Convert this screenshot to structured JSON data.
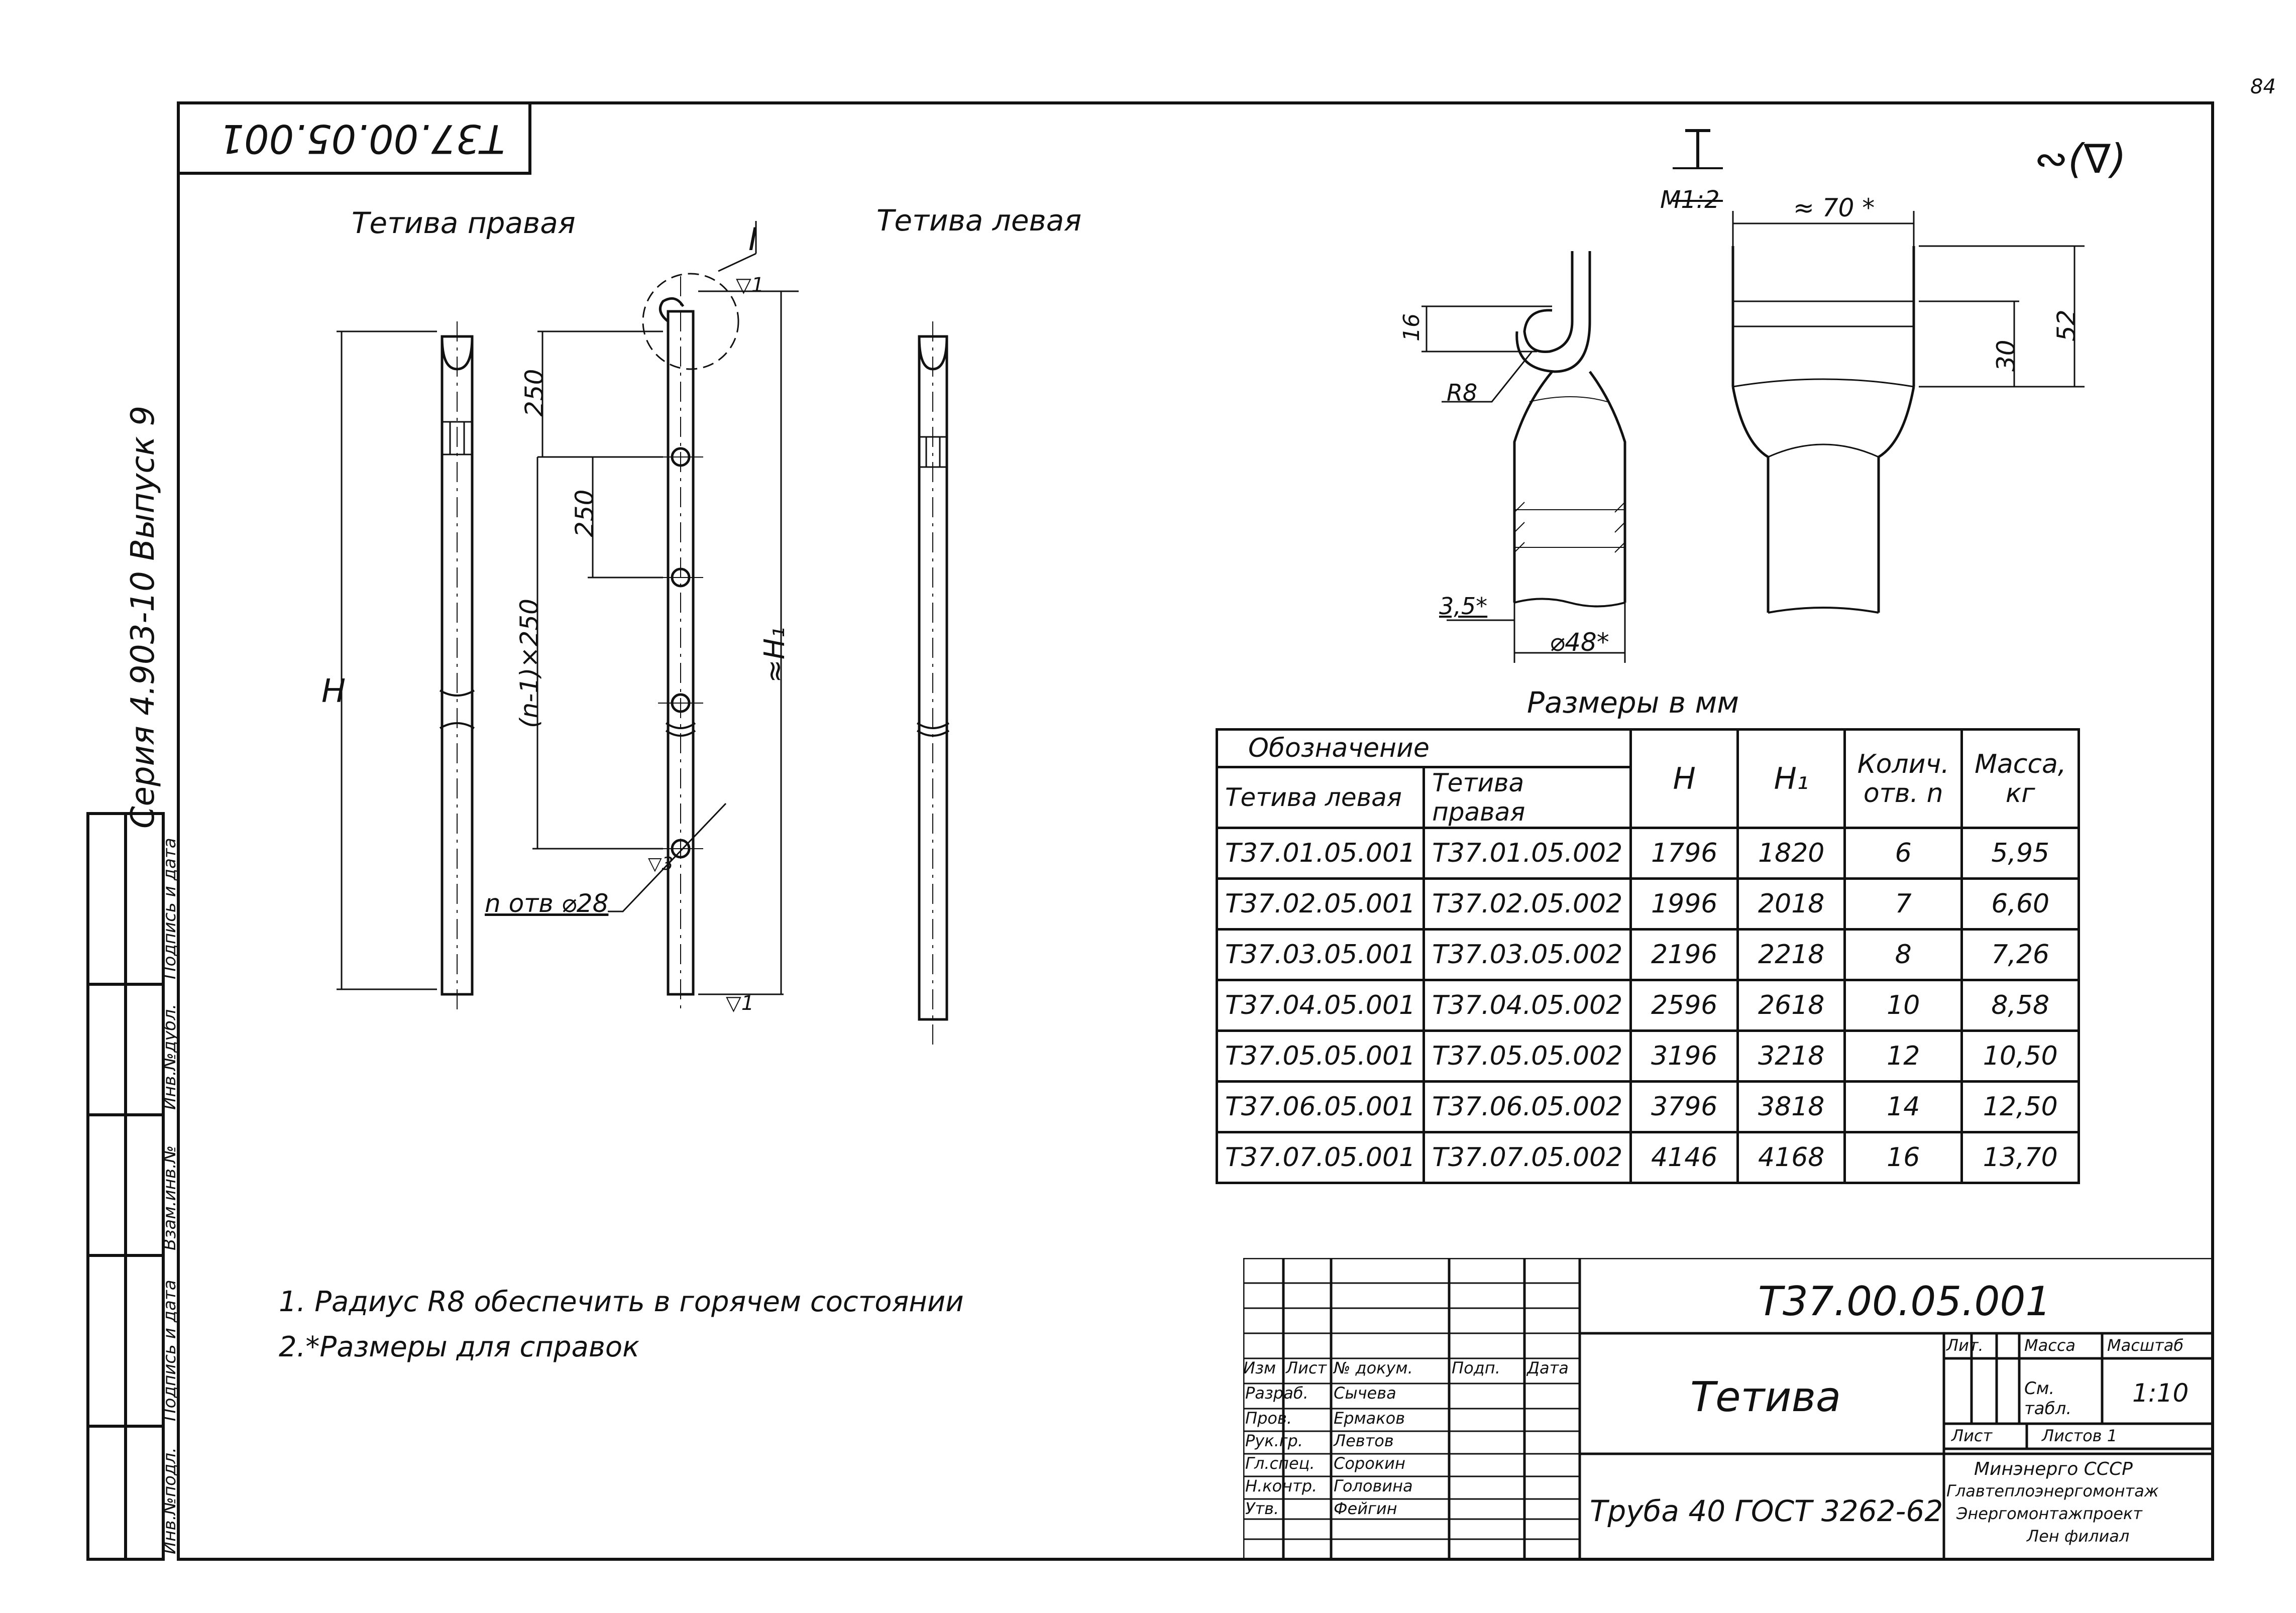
{
  "sheet": {
    "page_mark": "84",
    "top_code": "Т37.00.05.001",
    "series_text": "Серия 4.903-10 Выпуск 9",
    "roughness_symbol": "∾(∇)",
    "side_stamp": [
      "Инв.№подл.",
      "Подпись и дата",
      "Взам.инв.№",
      "Инв.№дубл.",
      "Подпись и дата"
    ]
  },
  "views": {
    "right_title": "Тетива правая",
    "left_title": "Тетива левая",
    "dim_h": "H",
    "dim_h1": "≈H₁",
    "dim_250_top": "250",
    "dim_250_mid": "250",
    "dim_n250": "(n-1)×250",
    "holes_label": "n отв ⌀28",
    "detail_mark": "I",
    "mark_t1": "▽1",
    "mark_b1": "▽1",
    "mark_h3": "▽3"
  },
  "detail": {
    "title": "I",
    "scale": "M1:2",
    "dim_70": "≈ 70 *",
    "dim_52": "52",
    "dim_30": "30",
    "dim_16": "16",
    "radius": "R8",
    "dim_35": "3,5*",
    "dim_48": "⌀48*"
  },
  "table": {
    "caption": "Размеры в мм",
    "head_designation": "Обозначение",
    "head_left": "Тетива левая",
    "head_right": "Тетива правая",
    "head_h": "H",
    "head_h1": "H₁",
    "head_count": "Колич. отв. n",
    "head_mass": "Масса, кг",
    "rows": [
      [
        "Т37.01.05.001",
        "Т37.01.05.002",
        "1796",
        "1820",
        "6",
        "5,95"
      ],
      [
        "Т37.02.05.001",
        "Т37.02.05.002",
        "1996",
        "2018",
        "7",
        "6,60"
      ],
      [
        "Т37.03.05.001",
        "Т37.03.05.002",
        "2196",
        "2218",
        "8",
        "7,26"
      ],
      [
        "Т37.04.05.001",
        "Т37.04.05.002",
        "2596",
        "2618",
        "10",
        "8,58"
      ],
      [
        "Т37.05.05.001",
        "Т37.05.05.002",
        "3196",
        "3218",
        "12",
        "10,50"
      ],
      [
        "Т37.06.05.001",
        "Т37.06.05.002",
        "3796",
        "3818",
        "14",
        "12,50"
      ],
      [
        "Т37.07.05.001",
        "Т37.07.05.002",
        "4146",
        "4168",
        "16",
        "13,70"
      ]
    ]
  },
  "notes": [
    "1. Радиус R8 обеспечить в горячем состоянии",
    "2.*Размеры для справок"
  ],
  "title_block": {
    "code": "Т37.00.05.001",
    "name": "Тетива",
    "material": "Труба 40 ГОСТ 3262-62",
    "lit": "Лит.",
    "mass_label": "Масса",
    "scale_label": "Масштаб",
    "mass_value": "См. табл.",
    "scale_value": "1:10",
    "sheet_label": "Лист",
    "sheets_label": "Листов 1",
    "org": [
      "Минэнерго СССР",
      "Главтеплоэнергомонтаж",
      "Энергомонтажпроект",
      "Лен филиал"
    ],
    "head_row": [
      "Изм",
      "Лист",
      "№ докум.",
      "Подп.",
      "Дата"
    ],
    "people": [
      [
        "Разраб.",
        "Сычева"
      ],
      [
        "Пров.",
        "Ермаков"
      ],
      [
        "Рук.гр.",
        "Левтов"
      ],
      [
        "Гл.спец.",
        "Сорокин"
      ],
      [
        "Н.контр.",
        "Головина"
      ],
      [
        "Утв.",
        "Фейгин"
      ]
    ]
  }
}
